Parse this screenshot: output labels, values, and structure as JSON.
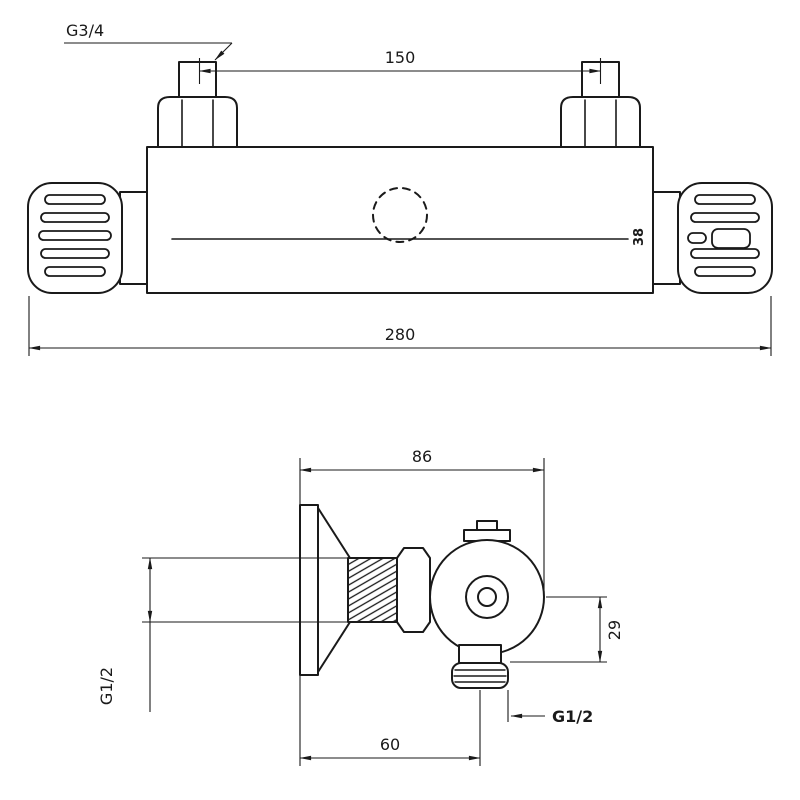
{
  "drawing": {
    "front_view": {
      "inlet_thread": "G3/4",
      "inlet_spacing": "150",
      "overall_width": "280",
      "temperature_mark": "38"
    },
    "side_view": {
      "depth": "86",
      "outlet_drop": "29",
      "wall_to_outlet": "60",
      "wall_thread": "G1/2",
      "outlet_thread": "G1/2"
    },
    "colors": {
      "line": "#1a1a1a",
      "background": "#ffffff"
    }
  }
}
